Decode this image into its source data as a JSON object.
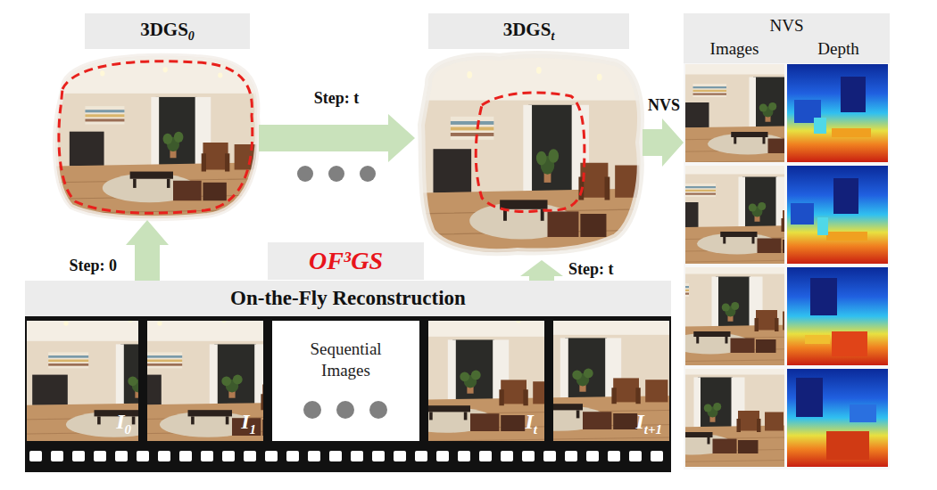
{
  "diagram": {
    "nodes": [
      {
        "text": [
          "3DGS",
          "0"
        ]
      },
      {
        "text": [
          "3DGS",
          "t"
        ]
      },
      {
        "text": [
          "NVS",
          "Images",
          "Depth"
        ]
      },
      {
        "text": [
          "OF³GS"
        ]
      },
      {
        "text": [
          "On-the-Fly Reconstruction"
        ]
      },
      {
        "text": [
          "I",
          "0"
        ],
        "in": 4
      },
      {
        "text": [
          "I",
          "1"
        ],
        "in": 4
      },
      {
        "text": [
          "Sequential Images"
        ],
        "in": 4
      },
      {
        "text": [
          "I",
          "t"
        ],
        "in": 4
      },
      {
        "text": [
          "I",
          "t+1"
        ],
        "in": 4
      }
    ],
    "edges": [
      {
        "from": 0,
        "to": 1,
        "label": "Step: t",
        "arrow": "to"
      },
      {
        "from": 1,
        "to": 2,
        "label": "NVS",
        "arrow": "to"
      },
      {
        "from": 4,
        "to": 0,
        "label": "Step: 0",
        "arrow": "to"
      },
      {
        "from": 4,
        "to": 1,
        "label": "Step: t",
        "arrow": "to"
      }
    ]
  }
}
